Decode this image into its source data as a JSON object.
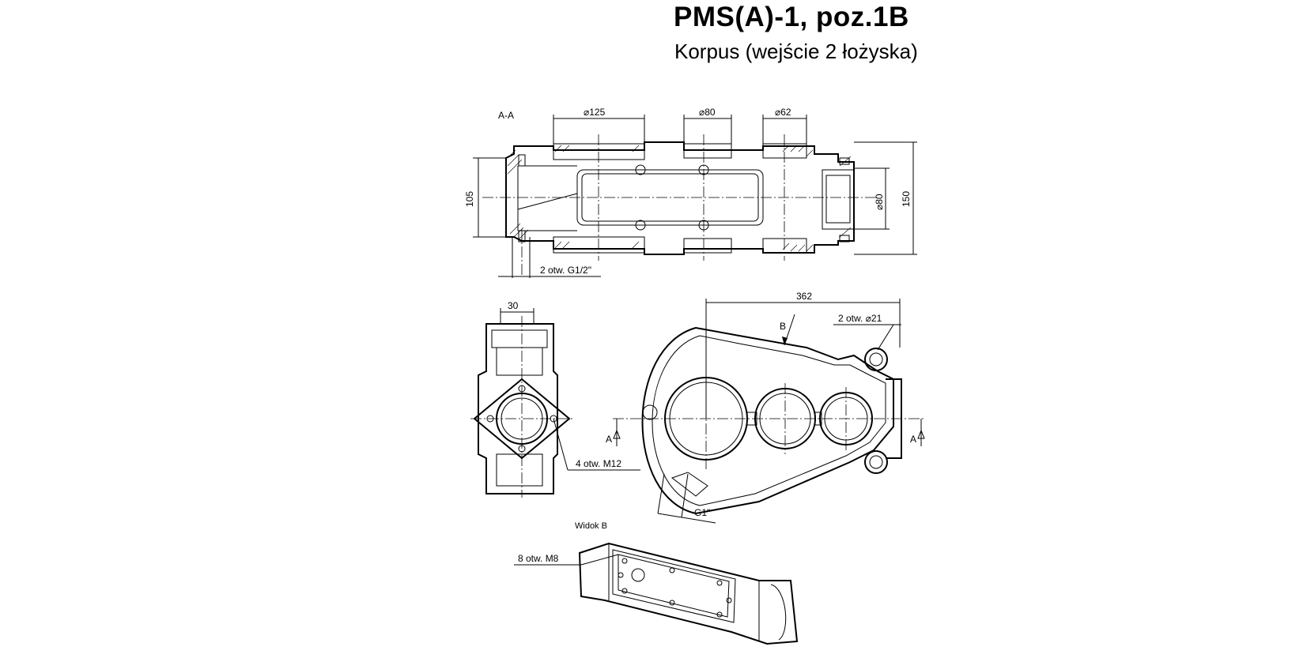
{
  "title": "PMS(A)-1, poz.1B",
  "subtitle": "Korpus (wejście 2 łożyska)",
  "section_label": "A-A",
  "dims": {
    "d125": "⌀125",
    "d80_top": "⌀80",
    "d62": "⌀62",
    "h105": "105",
    "d80_side": "⌀80",
    "h150": "150",
    "holes_g12": "2 otw. G1/2\"",
    "w30": "30",
    "l362": "362",
    "holes_d21": "2 otw. ⌀21",
    "holes_m12": "4 otw. M12",
    "g1": "G1\"",
    "holes_m8": "8 otw. M8"
  },
  "view_b_label": "Widok B",
  "marker_b": "B",
  "marker_a_left": "A",
  "marker_a_right": "A"
}
